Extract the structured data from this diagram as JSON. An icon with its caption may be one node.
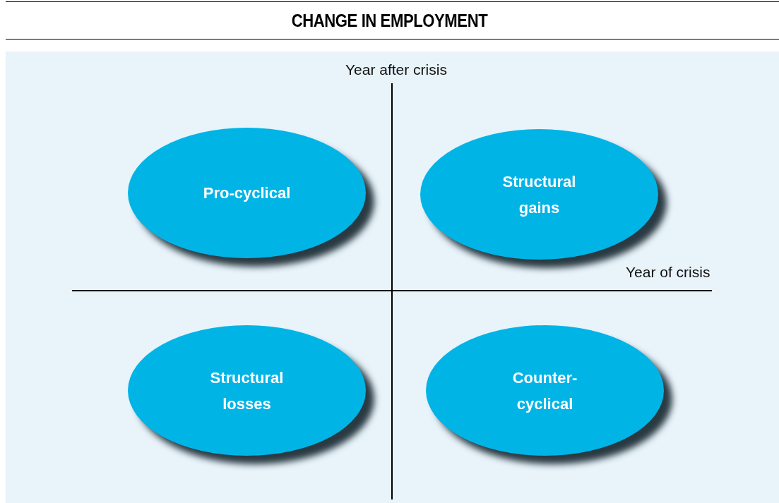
{
  "diagram": {
    "title": "CHANGE IN EMPLOYMENT",
    "nodes": [
      {
        "text": [
          "Pro-cyclical"
        ]
      },
      {
        "text": [
          "Structural gains"
        ]
      },
      {
        "text": [
          "Structural losses"
        ]
      },
      {
        "text": [
          "Counter-cyclical"
        ]
      }
    ],
    "labels": [
      "Year after crisis",
      "Year of crisis"
    ]
  }
}
